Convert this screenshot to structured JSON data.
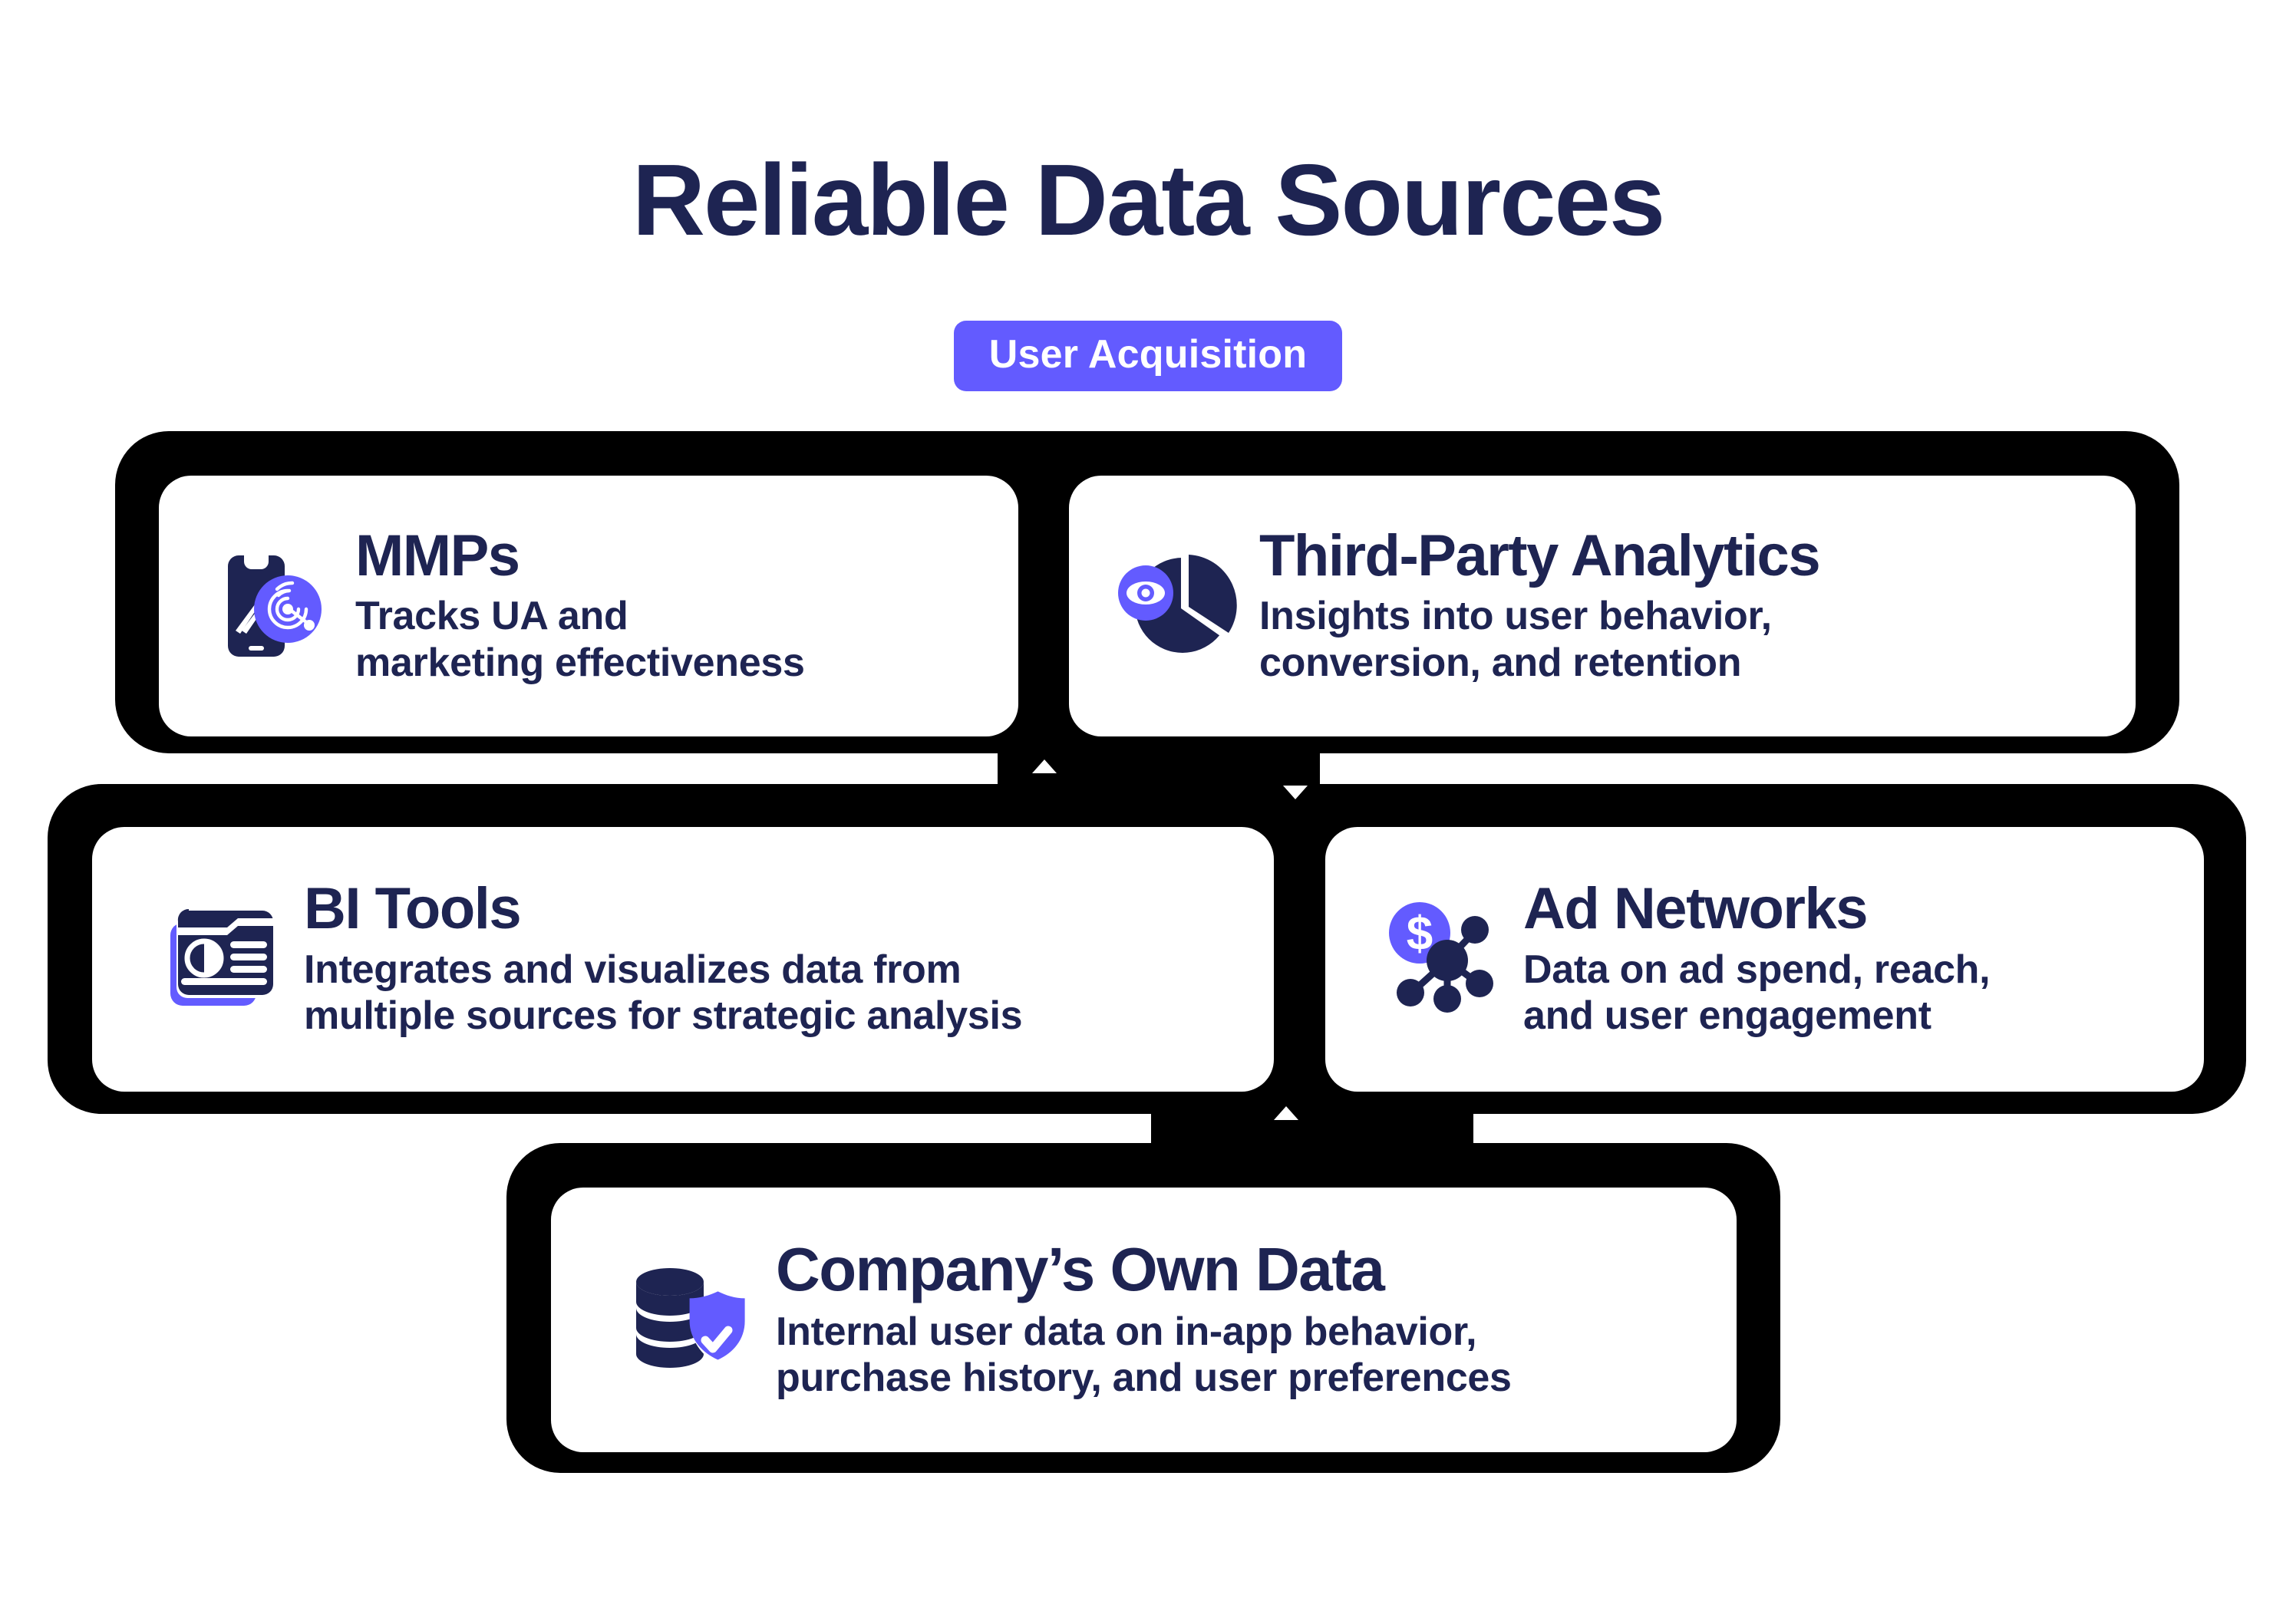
{
  "header": {
    "title": "Reliable Data Sources",
    "badge_label": "User Acquisition"
  },
  "colors": {
    "navy": "#1e2452",
    "purple": "#635bff",
    "frame_black": "#000000",
    "card_white": "#ffffff",
    "page_background": "#ffffff"
  },
  "cards": [
    {
      "id": "mmps",
      "title": "MMPs",
      "description": "Tracks UA and\nmarketing effectiveness",
      "icon": "smartphone-radar-tracking-icon"
    },
    {
      "id": "third-party-analytics",
      "title": "Third-Party Analytics",
      "description": "Insights into user behavior,\nconversion, and retention",
      "icon": "pie-chart-eye-icon"
    },
    {
      "id": "bi-tools",
      "title": "BI Tools",
      "description": "Integrates and visualizes data from\nmultiple sources for strategic analysis",
      "icon": "report-document-pie-chart-icon"
    },
    {
      "id": "ad-networks",
      "title": "Ad Networks",
      "description": "Data on ad spend, reach,\nand user engagement",
      "icon": "dollar-network-nodes-icon"
    },
    {
      "id": "companys-own-data",
      "title": "Company’s Own Data",
      "description": "Internal user data on in-app behavior,\npurchase history, and user preferences",
      "icon": "database-shield-check-icon"
    }
  ]
}
